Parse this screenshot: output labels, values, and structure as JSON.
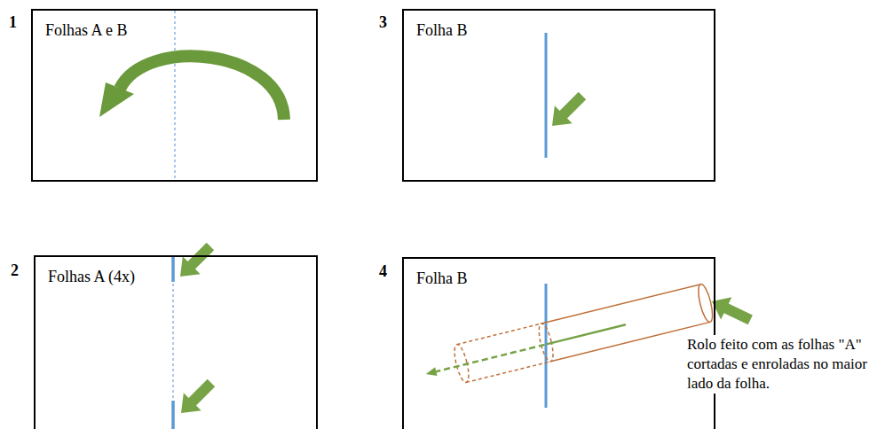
{
  "diagram": {
    "nodes": [
      {
        "text": [
          "Folhas A e B"
        ]
      },
      {
        "text": [
          "Folhas A (4x)"
        ]
      },
      {
        "text": [
          "Folha B"
        ]
      },
      {
        "text": [
          "Folha B"
        ]
      }
    ],
    "labels": [
      "1",
      "2",
      "3",
      "4",
      "Rolo feito com as folhas \"A\" cortadas e enroladas no maior lado da folha."
    ]
  }
}
